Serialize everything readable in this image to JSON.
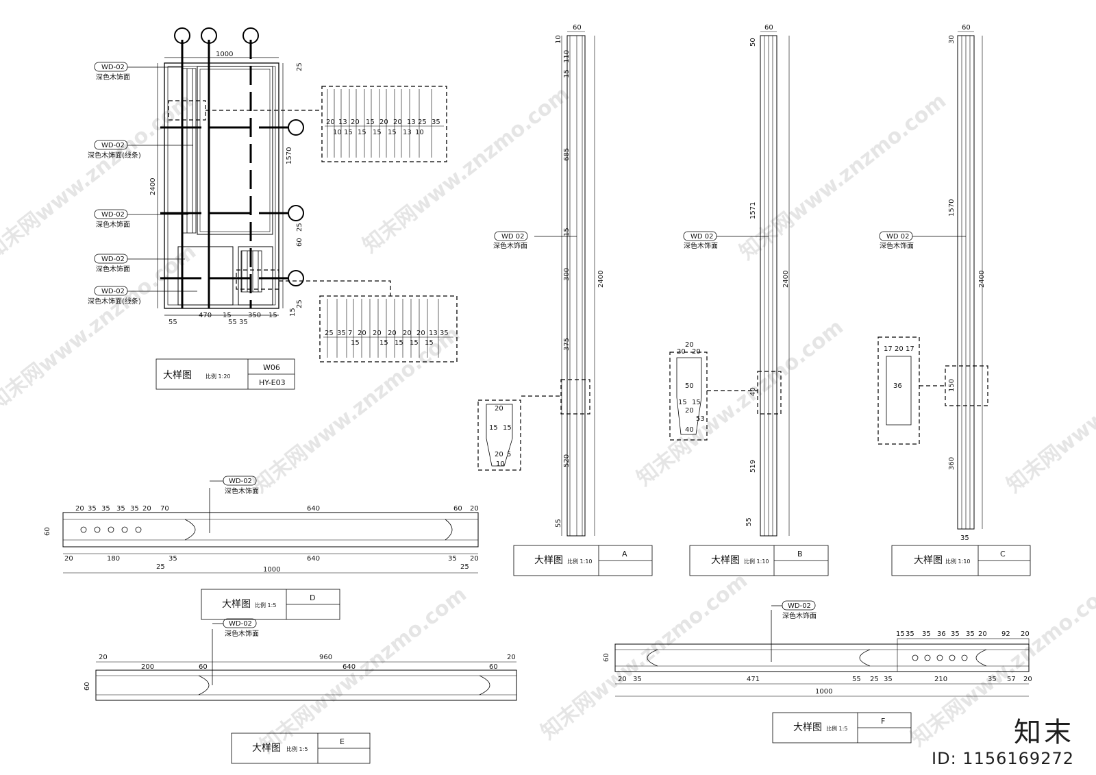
{
  "watermark": {
    "text": "知末网www.znzmo.com",
    "color": "#cccccc"
  },
  "brand": {
    "logo_text": "知末",
    "id_text": "ID: 1156169272"
  },
  "panels": {
    "main": {
      "dims": {
        "width_top": "1000",
        "height_total": "2400",
        "upper": "1570",
        "right_25a": "25",
        "right_60": "60",
        "right_25b": "25",
        "right_25c": "25",
        "right_15": "15",
        "bottom": [
          "55",
          "470",
          "15",
          "55",
          "35",
          "350",
          "15"
        ]
      },
      "callouts": [
        {
          "code": "WD-02",
          "text": "深色木饰面"
        },
        {
          "code": "WD-02",
          "text": "深色木饰面(线条)"
        },
        {
          "code": "WD-02",
          "text": "深色木饰面"
        },
        {
          "code": "WD-02",
          "text": "深色木饰面"
        },
        {
          "code": "WD-02",
          "text": "深色木饰面(线条)"
        }
      ],
      "detail_upper": {
        "top_row": [
          "20",
          "13",
          "20",
          "15",
          "20",
          "20",
          "13",
          "25",
          "35"
        ],
        "bottom_row": [
          "10",
          "15",
          "15",
          "15",
          "15",
          "13",
          "10"
        ]
      },
      "detail_lower": {
        "top_row": [
          "25",
          "35",
          "7",
          "20",
          "20",
          "20",
          "20",
          "20",
          "13",
          "35"
        ],
        "bottom_row": [
          "15",
          "15",
          "15",
          "15",
          "15"
        ]
      },
      "title": {
        "label": "大样图",
        "scale": "比例 1:20",
        "code": "W06",
        "sheet": "HY-E03"
      }
    },
    "a": {
      "top_width": "60",
      "total": "2400",
      "segments": [
        "10",
        "110",
        "15",
        "685",
        "15",
        "300",
        "375",
        "520",
        "55"
      ],
      "callout": {
        "code": "WD 02",
        "text": "深色木饰面"
      },
      "detail": [
        "20",
        "15",
        "15",
        "20",
        "5",
        "10"
      ],
      "title": {
        "label": "大样图",
        "scale": "比例 1:10",
        "code": "A"
      }
    },
    "b": {
      "top_width": "60",
      "total": "2400",
      "segments": [
        "50",
        "1571",
        "40",
        "519",
        "55"
      ],
      "callout": {
        "code": "WD 02",
        "text": "深色木饰面"
      },
      "detail": [
        "20",
        "20",
        "20",
        "50",
        "15",
        "15",
        "20",
        "40",
        "53"
      ],
      "title": {
        "label": "大样图",
        "scale": "比例 1:10",
        "code": "B"
      }
    },
    "c": {
      "top_width": "60",
      "total": "2400",
      "segments": [
        "30",
        "1570",
        "150",
        "360",
        "35"
      ],
      "callout": {
        "code": "WD 02",
        "text": "深色木饰面"
      },
      "detail": [
        "17",
        "20",
        "17",
        "36"
      ],
      "title": {
        "label": "大样图",
        "scale": "比例 1:10",
        "code": "C"
      }
    },
    "d": {
      "height": "60",
      "top": [
        "20",
        "35",
        "35",
        "35",
        "35",
        "20",
        "70",
        "640",
        "60",
        "20"
      ],
      "bottom1": [
        "20",
        "180",
        "35",
        "640",
        "35",
        "20"
      ],
      "bottom_25a": "25",
      "bottom_25b": "25",
      "total": "1000",
      "callout": {
        "code": "WD-02",
        "text": "深色木饰面"
      },
      "title": {
        "label": "大样图",
        "scale": "比例 1:5",
        "code": "D"
      }
    },
    "e": {
      "height": "60",
      "top": [
        "20",
        "200",
        "60",
        "960",
        "640",
        "60",
        "20"
      ],
      "callout": {
        "code": "WD-02",
        "text": "深色木饰面"
      },
      "title": {
        "label": "大样图",
        "scale": "比例 1:5",
        "code": "E"
      }
    },
    "f": {
      "height": "60",
      "top": [
        "15",
        "35",
        "35",
        "36",
        "35",
        "35",
        "20",
        "92",
        "20"
      ],
      "bottom1": [
        "20",
        "35",
        "471",
        "55",
        "25",
        "35",
        "210",
        "35",
        "57",
        "20"
      ],
      "total": "1000",
      "callout": {
        "code": "WD-02",
        "text": "深色木饰面"
      },
      "title": {
        "label": "大样图",
        "scale": "比例 1:5",
        "code": "F"
      }
    }
  }
}
